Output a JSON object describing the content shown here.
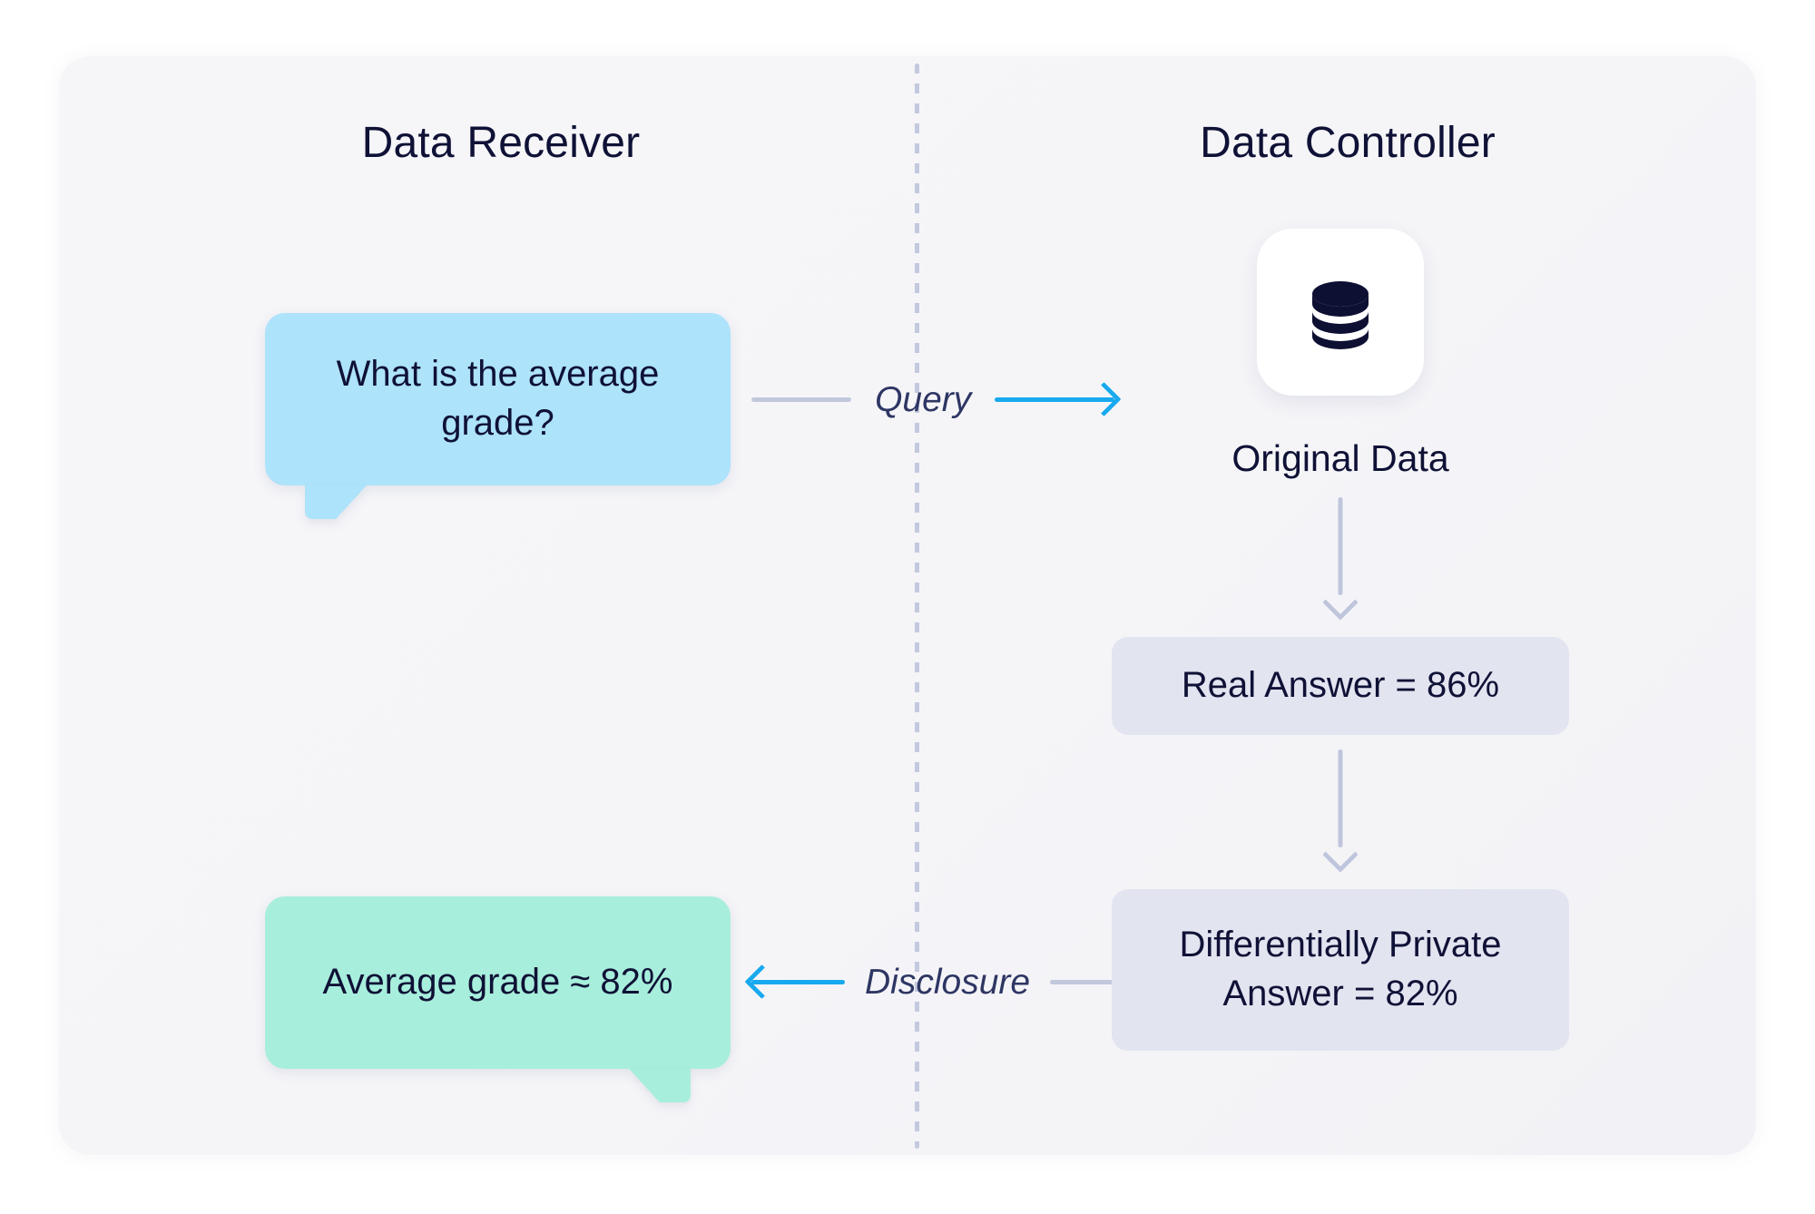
{
  "diagram": {
    "title_hidden": "",
    "columns": {
      "left": {
        "heading": "Data Receiver"
      },
      "right": {
        "heading": "Data Controller"
      }
    },
    "receiver": {
      "query_bubble": "What is the average grade?",
      "answer_bubble": "Average grade ≈ 82%"
    },
    "controller": {
      "icon_name": "database-icon",
      "data_source_label": "Original Data",
      "real_answer": "Real Answer = 86%",
      "dp_answer": "Differentially Private Answer = 82%"
    },
    "connectors": {
      "query_label": "Query",
      "disclosure_label": "Disclosure"
    },
    "colors": {
      "panel_background": "#F5F5F8",
      "query_bubble": "#ADE3FB",
      "answer_bubble": "#A8EEDC",
      "answer_box": "#E2E4F0",
      "text": "#0F1136",
      "accent_arrow": "#18A9EE",
      "muted_line": "#C2C8DC",
      "divider": "#C3C9DE"
    },
    "values": {
      "real_answer_percent": "86%",
      "dp_answer_percent": "82%",
      "disclosed_percent": "82%"
    }
  }
}
